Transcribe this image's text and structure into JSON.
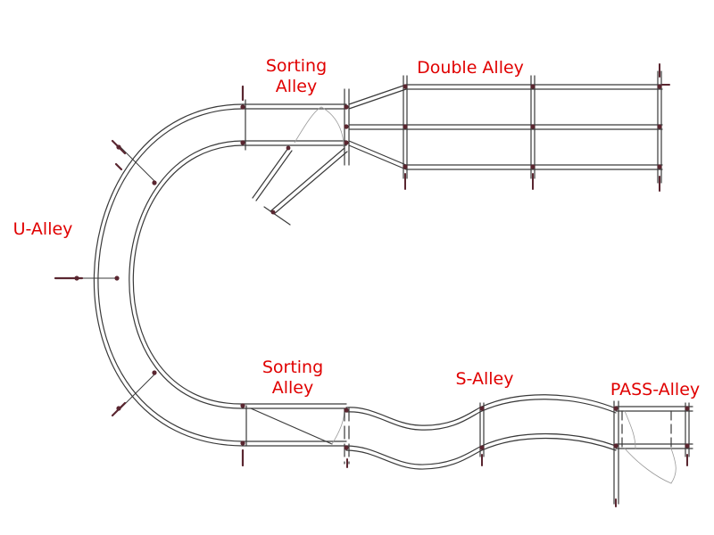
{
  "colors": {
    "label": "#e00000",
    "rail": "#3a3a3a",
    "joint": "#5a2630",
    "thin": "#9a9a9a"
  },
  "labels": {
    "sorting_alley_top": [
      "Sorting",
      "Alley"
    ],
    "double_alley": "Double Alley",
    "u_alley": "U-Alley",
    "sorting_alley_bottom": [
      "Sorting",
      "Alley"
    ],
    "s_alley": "S-Alley",
    "pass_alley": "PASS-Alley"
  }
}
